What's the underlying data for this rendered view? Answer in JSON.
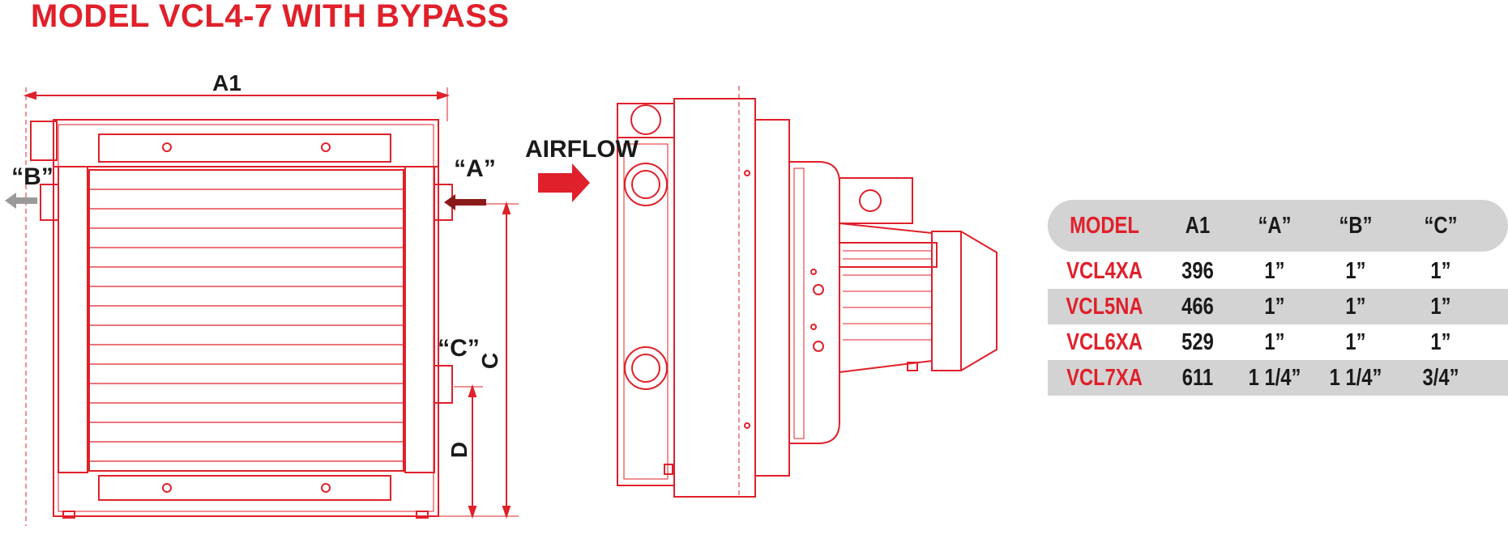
{
  "title": "MODEL VCL4-7 WITH BYPASS",
  "drawing": {
    "front_labels": {
      "a1": "A1",
      "a": "“A”",
      "b": "“B”",
      "c_port": "“C”",
      "c_dim": "C",
      "d_dim": "D"
    },
    "side_labels": {
      "airflow": "AIRFLOW"
    },
    "colors": {
      "line": "#e0202a",
      "arrow_in": "#8b1a1a",
      "arrow_out": "#9a9a9a",
      "airflow_arrow": "#e0202a"
    }
  },
  "table": {
    "headers": [
      "MODEL",
      "A1",
      "“A”",
      "“B”",
      "“C”"
    ],
    "rows": [
      [
        "VCL4XA",
        "396",
        "1”",
        "1”",
        "1”"
      ],
      [
        "VCL5NA",
        "466",
        "1”",
        "1”",
        "1”"
      ],
      [
        "VCL6XA",
        "529",
        "1”",
        "1”",
        "1”"
      ],
      [
        "VCL7XA",
        "611",
        "1 1/4”",
        "1 1/4”",
        "3/4”"
      ]
    ]
  }
}
